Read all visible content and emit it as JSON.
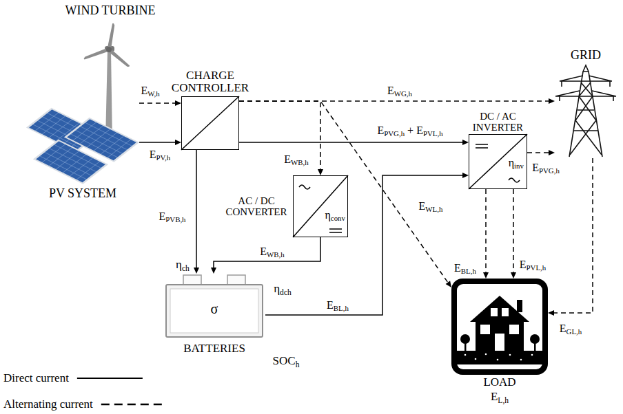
{
  "diagram": {
    "nodes": [
      {
        "text": [
          "WIND TURBINE"
        ]
      },
      {
        "text": [
          "PV SYSTEM"
        ]
      },
      {
        "text": [
          "CHARGE CONTROLLER"
        ]
      },
      {
        "text": [
          "GRID"
        ]
      },
      {
        "text": [
          "DC / AC INVERTER",
          "ηinv"
        ]
      },
      {
        "text": [
          "AC / DC CONVERTER",
          "ηconv"
        ]
      },
      {
        "text": [
          "σ",
          "BATTERIES"
        ]
      },
      {
        "text": [
          "LOAD",
          "EL,h"
        ]
      }
    ],
    "edges": [
      {
        "from": 0,
        "to": 2,
        "arrow": "to",
        "label": "EW,h"
      },
      {
        "from": 1,
        "to": 2,
        "arrow": "to",
        "label": "EPV,h"
      },
      {
        "from": 2,
        "to": 3,
        "arrow": "to",
        "label": "EWG,h"
      },
      {
        "from": 2,
        "to": 5,
        "arrow": "to",
        "label": "EWB,h"
      },
      {
        "from": 2,
        "to": 7,
        "arrow": "to",
        "label": "EWL,h"
      },
      {
        "from": 2,
        "to": 4,
        "arrow": "to",
        "label": "EPVG,h + EPVL,h"
      },
      {
        "from": 2,
        "to": 6,
        "arrow": "to",
        "label": "EPVB,h"
      },
      {
        "from": 5,
        "to": 6,
        "arrow": "to",
        "label": "EWB,h"
      },
      {
        "from": 6,
        "to": 4,
        "arrow": "to",
        "label": "EBL,h"
      },
      {
        "from": 4,
        "to": 3,
        "arrow": "to",
        "label": "EPVG,h"
      },
      {
        "from": 4,
        "to": 7,
        "arrow": "to",
        "label": "EBL,h"
      },
      {
        "from": 4,
        "to": 7,
        "arrow": "to",
        "label": "EPVL,h"
      },
      {
        "from": 3,
        "to": 7,
        "arrow": "to",
        "label": "EGL,h"
      }
    ],
    "labels": [
      "ηch",
      "ηdch",
      "SOCh"
    ],
    "legend": [
      {
        "text": "Direct current"
      },
      {
        "text": "Alternating current"
      }
    ]
  }
}
